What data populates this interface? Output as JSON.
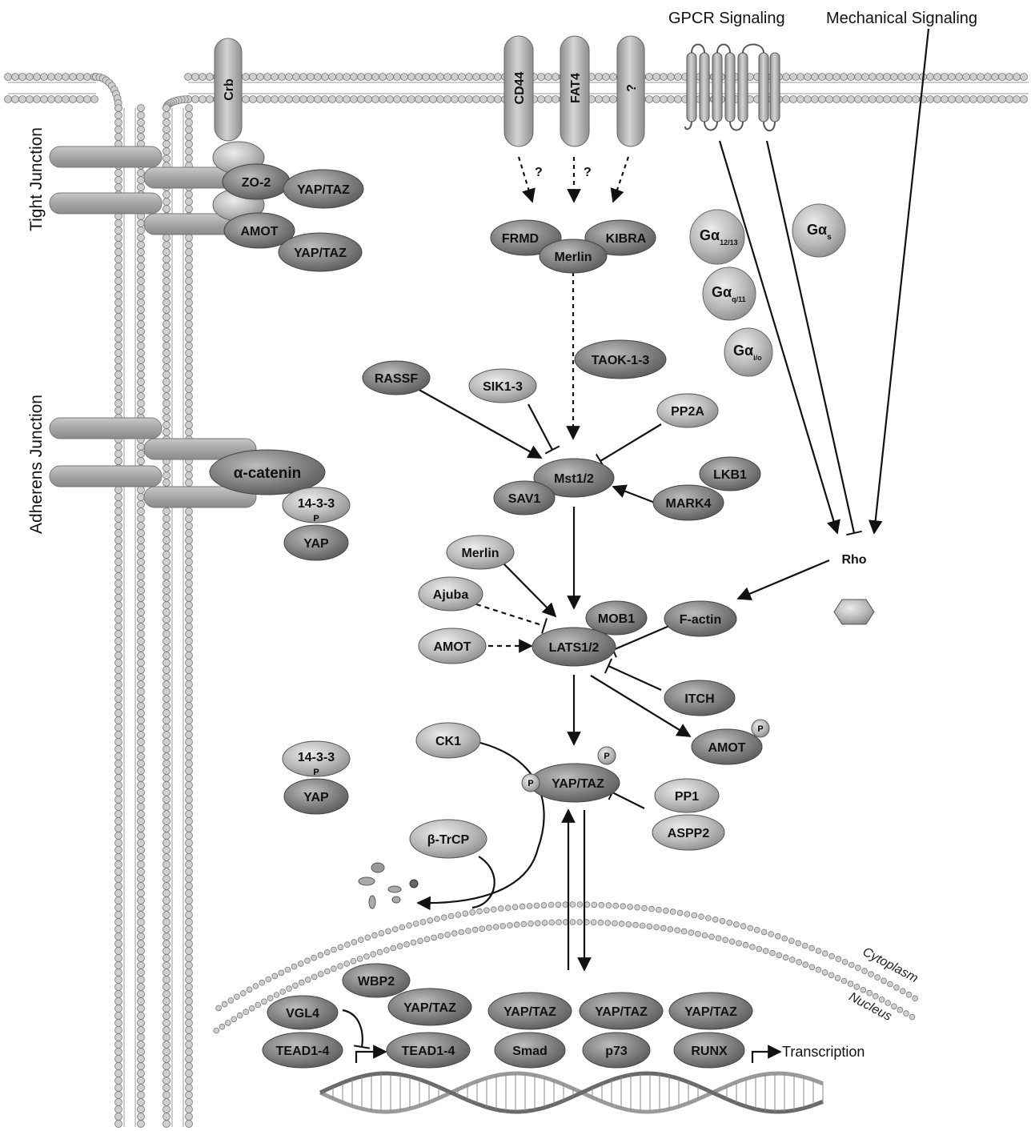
{
  "headers": {
    "gpcr": "GPCR Signaling",
    "mechanical": "Mechanical Signaling"
  },
  "regions": {
    "tight_junction": "Tight Junction",
    "adherens_junction": "Adherens Junction",
    "cytoplasm": "Cytoplasm",
    "nucleus": "Nucleus"
  },
  "receptors": {
    "crb": "Crb",
    "cd44": "CD44",
    "fat4": "FAT4",
    "unknown": "?"
  },
  "question_marks": [
    "?",
    "?"
  ],
  "junction": {
    "zo2": "ZO-2",
    "yaptaz_1": "YAP/TAZ",
    "amot": "AMOT",
    "yaptaz_2": "YAP/TAZ",
    "alpha_catenin": "α-catenin",
    "p1433": "14-3-3",
    "p": "P",
    "yap": "YAP"
  },
  "upstream": {
    "frmd": "FRMD",
    "kibra": "KIBRA",
    "merlin": "Merlin",
    "taok": "TAOK-1-3",
    "rassf": "RASSF",
    "sik": "SIK1-3",
    "pp2a": "PP2A",
    "mst": "Mst1/2",
    "sav1": "SAV1",
    "lkb1": "LKB1",
    "mark4": "MARK4"
  },
  "g_proteins": {
    "g": "Gα",
    "g1213_sub": "12/13",
    "gs_sub": "s",
    "gq11_sub": "q/11",
    "gio_sub": "i/o"
  },
  "core": {
    "rho": "Rho",
    "factin": "F-actin",
    "merlin2": "Merlin",
    "ajuba": "Ajuba",
    "amot2": "AMOT",
    "mob1": "MOB1",
    "lats": "LATS1/2",
    "itch": "ITCH",
    "amotp": "AMOT",
    "p_amot": "P",
    "ck1": "CK1",
    "yaptaz_c": "YAP/TAZ",
    "p_yap_left": "P",
    "p_yap_top": "P",
    "pp1": "PP1",
    "aspp2": "ASPP2",
    "btrcp": "β-TrCP",
    "c1433": "14-3-3",
    "cp": "P",
    "cyap": "YAP"
  },
  "nuclear": {
    "wbp2": "WBP2",
    "yaptaz_n1": "YAP/TAZ",
    "vgl4": "VGL4",
    "tead_a": "TEAD1-4",
    "tead_b": "TEAD1-4",
    "yaptaz_n2": "YAP/TAZ",
    "smad": "Smad",
    "yaptaz_n3": "YAP/TAZ",
    "p73": "p73",
    "yaptaz_n4": "YAP/TAZ",
    "runx": "RUNX",
    "transcription": "Transcription"
  },
  "colors": {
    "dark_node": "#7a7a7a",
    "light_node": "#b4b4b4",
    "membrane": "#a9a9a9",
    "line": "#111111"
  }
}
